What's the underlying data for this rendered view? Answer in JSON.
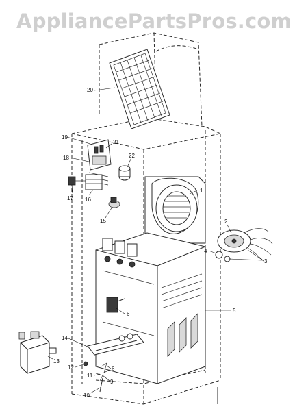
{
  "watermark": "AppliancePartsPros.com",
  "labels": {
    "p1": "1",
    "p2": "2",
    "p3": "3",
    "p4": "4",
    "p5": "5",
    "p6a": "6",
    "p6b": "6",
    "p9": "9",
    "p10": "10",
    "p11": "11",
    "p12": "12",
    "p13": "13",
    "p14": "14",
    "p15": "15",
    "p16": "16",
    "p17": "17",
    "p18": "18",
    "p19": "19",
    "p20": "20",
    "p21": "21",
    "p22": "22"
  }
}
